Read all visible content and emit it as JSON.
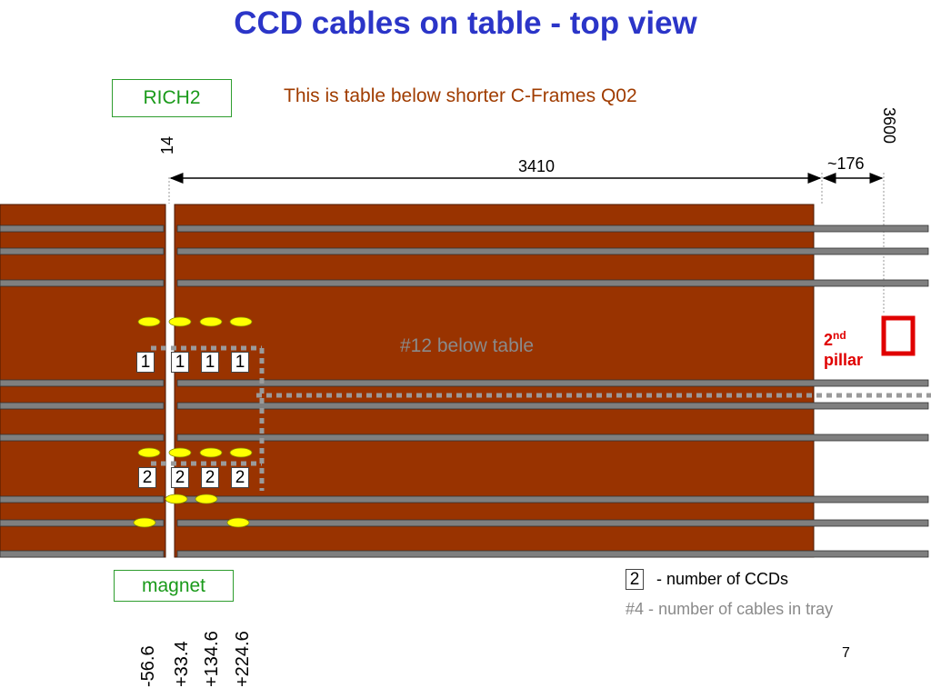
{
  "title": "CCD cables on table - top view",
  "subtitle": "This is table below shorter C-Frames Q02",
  "labels": {
    "rich2": "RICH2",
    "magnet": "magnet",
    "dim_14": "14",
    "dim_3410": "3410",
    "dim_176": "~176",
    "dim_3600": "3600",
    "below_table": "#12 below table",
    "pillar_num": "2",
    "pillar_sup": "nd",
    "pillar_word": "pillar",
    "page_number": "7"
  },
  "row1_boxes": [
    "1",
    "1",
    "1",
    "1"
  ],
  "row2_boxes": [
    "2",
    "2",
    "2",
    "2"
  ],
  "positions": [
    "-56.6",
    "+33.4",
    "+134.6",
    "+224.6"
  ],
  "legend": {
    "box_value": "2",
    "ccd_text": "- number of CCDs",
    "cables_tag": "#4",
    "cables_dash": "-",
    "cables_text": "number of cables in tray"
  },
  "colors": {
    "table": "#993300",
    "rail": "#7f7f7f",
    "title": "#2b35c8",
    "green": "#1a9a1a",
    "subtitle": "#a03c00",
    "pillar": "#e00000",
    "ellipse": "#ffff00"
  }
}
